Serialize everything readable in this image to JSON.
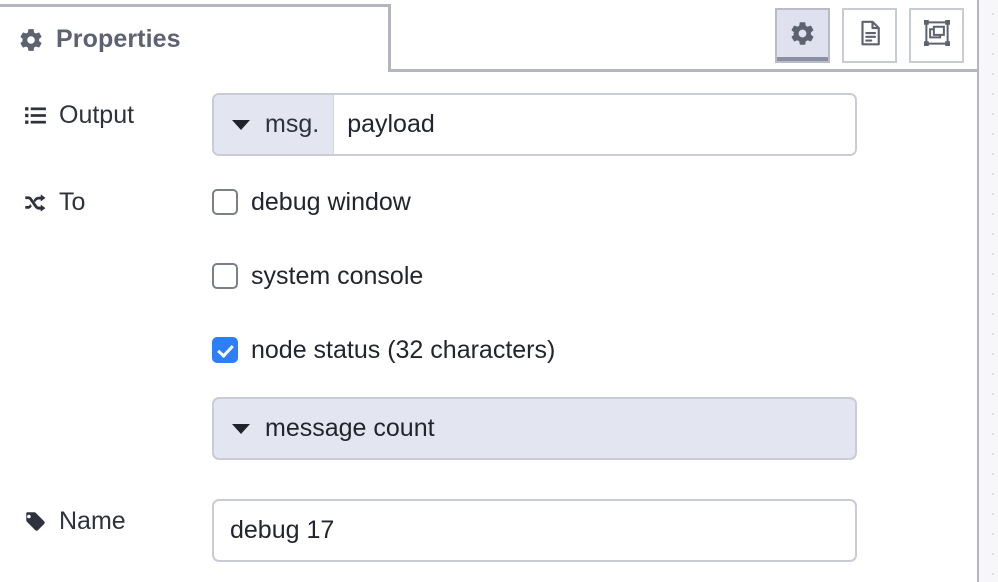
{
  "panel": {
    "tab": {
      "label": "Properties",
      "icon": "gear-icon"
    },
    "actions": [
      {
        "name": "properties-button",
        "icon": "gear-icon",
        "active": true
      },
      {
        "name": "description-button",
        "icon": "document-icon",
        "active": false
      },
      {
        "name": "appearance-button",
        "icon": "appearance-icon",
        "active": false
      }
    ]
  },
  "form": {
    "output": {
      "label": "Output",
      "icon": "list-icon",
      "type_prefix": "msg.",
      "value": "payload",
      "placeholder": "payload"
    },
    "to": {
      "label": "To",
      "icon": "shuffle-icon",
      "checkboxes": [
        {
          "label": "debug window",
          "checked": false,
          "name": "checkbox-debug-window"
        },
        {
          "label": "system console",
          "checked": false,
          "name": "checkbox-system-console"
        },
        {
          "label": "node status (32 characters)",
          "checked": true,
          "name": "checkbox-node-status"
        }
      ],
      "status_select": {
        "value": "message count",
        "name": "status-type-select"
      }
    },
    "name": {
      "label": "Name",
      "icon": "tag-icon",
      "value": "debug 17",
      "placeholder": "Name"
    }
  },
  "colors": {
    "accent_checked": "#2d7ff9",
    "select_bg": "#e3e5f1",
    "border": "#c9ccd6",
    "tab_border": "#b3b5bf",
    "icon_gray": "#5c6270",
    "text": "#22252d"
  }
}
